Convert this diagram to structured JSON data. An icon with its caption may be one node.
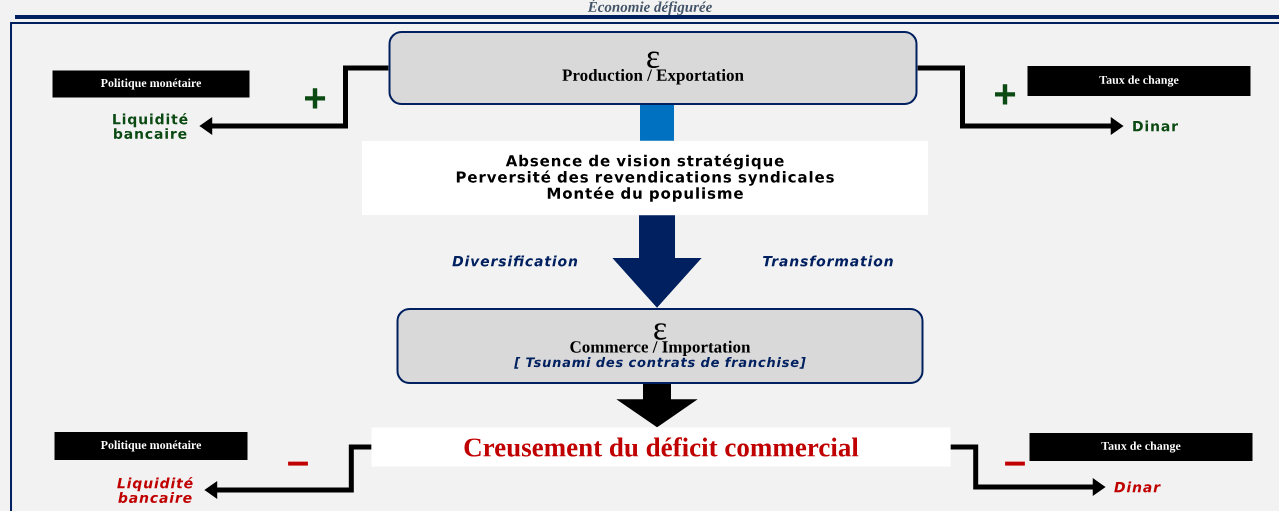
{
  "diagram": {
    "title": "Économie défigurée",
    "nodes": [
      {
        "text": [
          "Politique monétaire"
        ]
      },
      {
        "text": [
          "Liquidité bancaire"
        ]
      },
      {
        "text": [
          "ε",
          "Production / Exportation"
        ]
      },
      {
        "text": [
          "Taux de change"
        ]
      },
      {
        "text": [
          "Dinar"
        ]
      },
      {
        "text": [
          "Absence de vision stratégique",
          "Perversité des revendications syndicales",
          "Montée du populisme"
        ]
      },
      {
        "text": [
          "ε",
          "Commerce / Importation",
          "[ Tsunami des contrats de franchise]"
        ]
      },
      {
        "text": [
          "Politique monétaire"
        ]
      },
      {
        "text": [
          "Liquidité bancaire"
        ]
      },
      {
        "text": [
          "Creusement du déficit commercial"
        ]
      },
      {
        "text": [
          "Taux de change"
        ]
      },
      {
        "text": [
          "Dinar"
        ]
      }
    ],
    "edges": [
      {
        "from": 2,
        "to": 1,
        "arrow": "to",
        "label": "+"
      },
      {
        "from": 2,
        "to": 4,
        "arrow": "to",
        "label": "+"
      },
      {
        "from": 2,
        "to": 5,
        "arrow": "none",
        "style": "thick",
        "color": "#0070c0"
      },
      {
        "from": 5,
        "to": 6,
        "arrow": "to",
        "style": "thick",
        "color": "#002060"
      },
      {
        "from": 6,
        "to": 9,
        "arrow": "to",
        "style": "thick"
      },
      {
        "from": 9,
        "to": 8,
        "arrow": "to",
        "label": "–"
      },
      {
        "from": 9,
        "to": 11,
        "arrow": "to",
        "label": "–"
      }
    ],
    "labels": [
      "Diversification",
      "Transformation"
    ]
  }
}
